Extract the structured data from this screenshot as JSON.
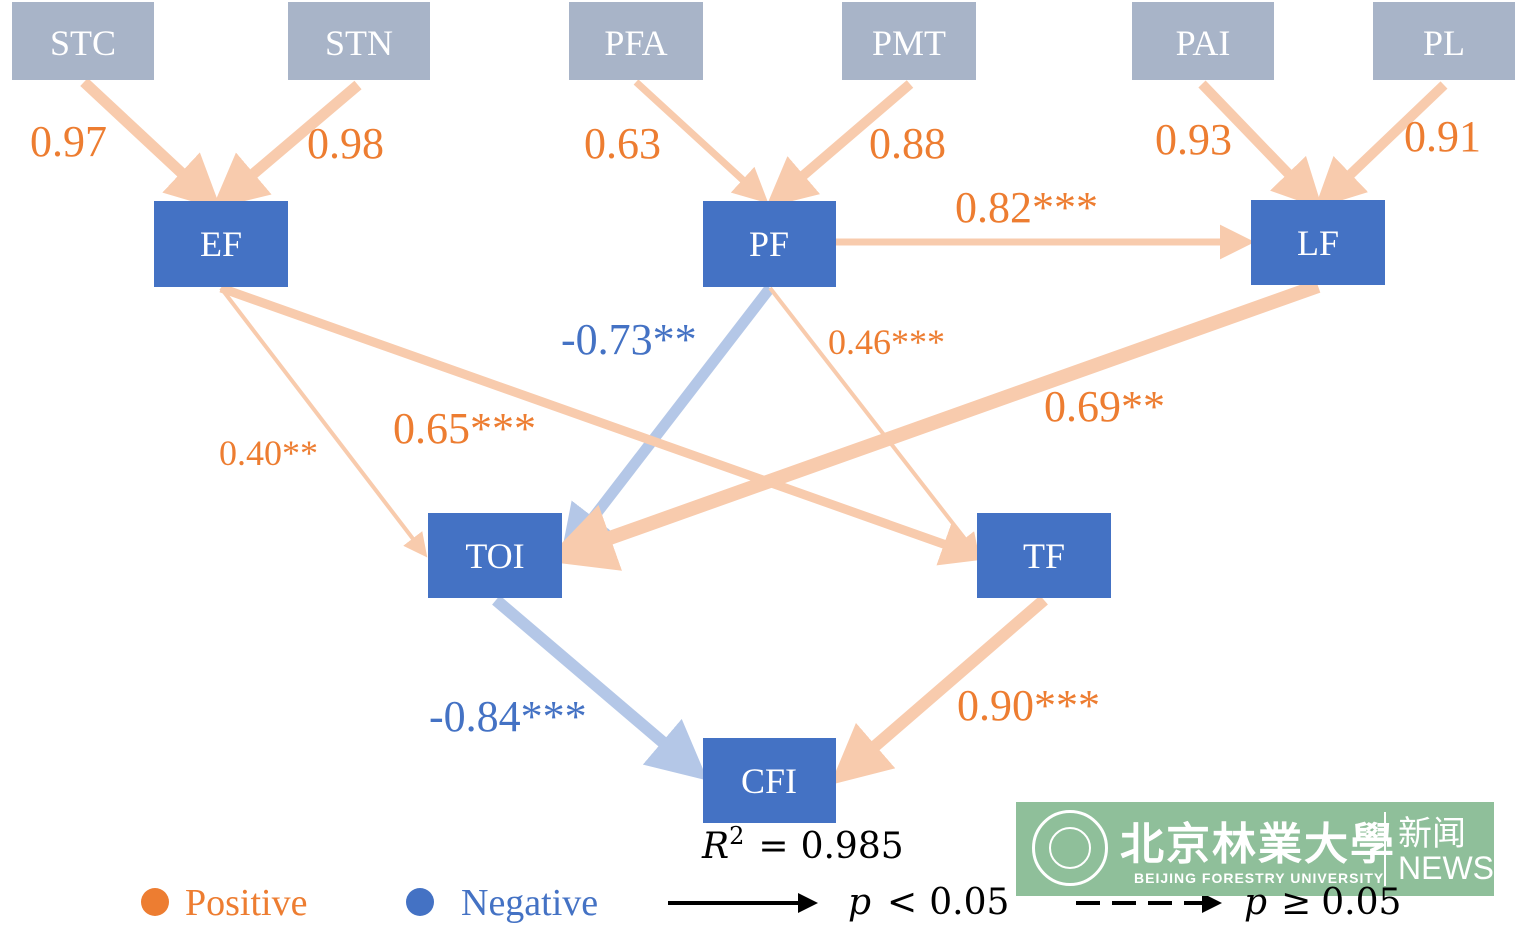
{
  "colors": {
    "indicator_box": "#a8b4c8",
    "latent_box": "#4472c4",
    "positive_arrow": "#f8cbad",
    "negative_arrow": "#b4c7e7",
    "positive_text": "#ed7d31",
    "negative_text": "#4472c4",
    "logo_green": "#8fbf9a"
  },
  "nodes": {
    "stc": "STC",
    "stn": "STN",
    "pfa": "PFA",
    "pmt": "PMT",
    "pai": "PAI",
    "pl": "PL",
    "ef": "EF",
    "pf": "PF",
    "lf": "LF",
    "toi": "TOI",
    "tf": "TF",
    "cfi": "CFI"
  },
  "paths": {
    "stc_ef": "0.97",
    "stn_ef": "0.98",
    "pfa_pf": "0.63",
    "pmt_pf": "0.88",
    "pai_lf": "0.93",
    "pl_lf": "0.91",
    "pf_lf": "0.82***",
    "pf_toi": "-0.73**",
    "pf_tf": "0.46***",
    "lf_toi": "0.69**",
    "ef_toi": "0.40**",
    "ef_tf": "0.65***",
    "toi_cfi": "-0.84***",
    "tf_cfi": "0.90***"
  },
  "r_squared": {
    "symbol": "R",
    "exponent": "2",
    "equals": "=",
    "value": "0.985"
  },
  "legend": {
    "positive": "Positive",
    "negative": "Negative",
    "p_symbol": "p",
    "solid_relation": "<",
    "solid_value": "0.05",
    "dashed_relation": "≥",
    "dashed_value": "0.05"
  },
  "logo": {
    "cn_name": "北京林業大學",
    "en_name": "BEIJING FORESTRY UNIVERSITY",
    "cn_section": "新闻",
    "en_section": "NEWS"
  }
}
